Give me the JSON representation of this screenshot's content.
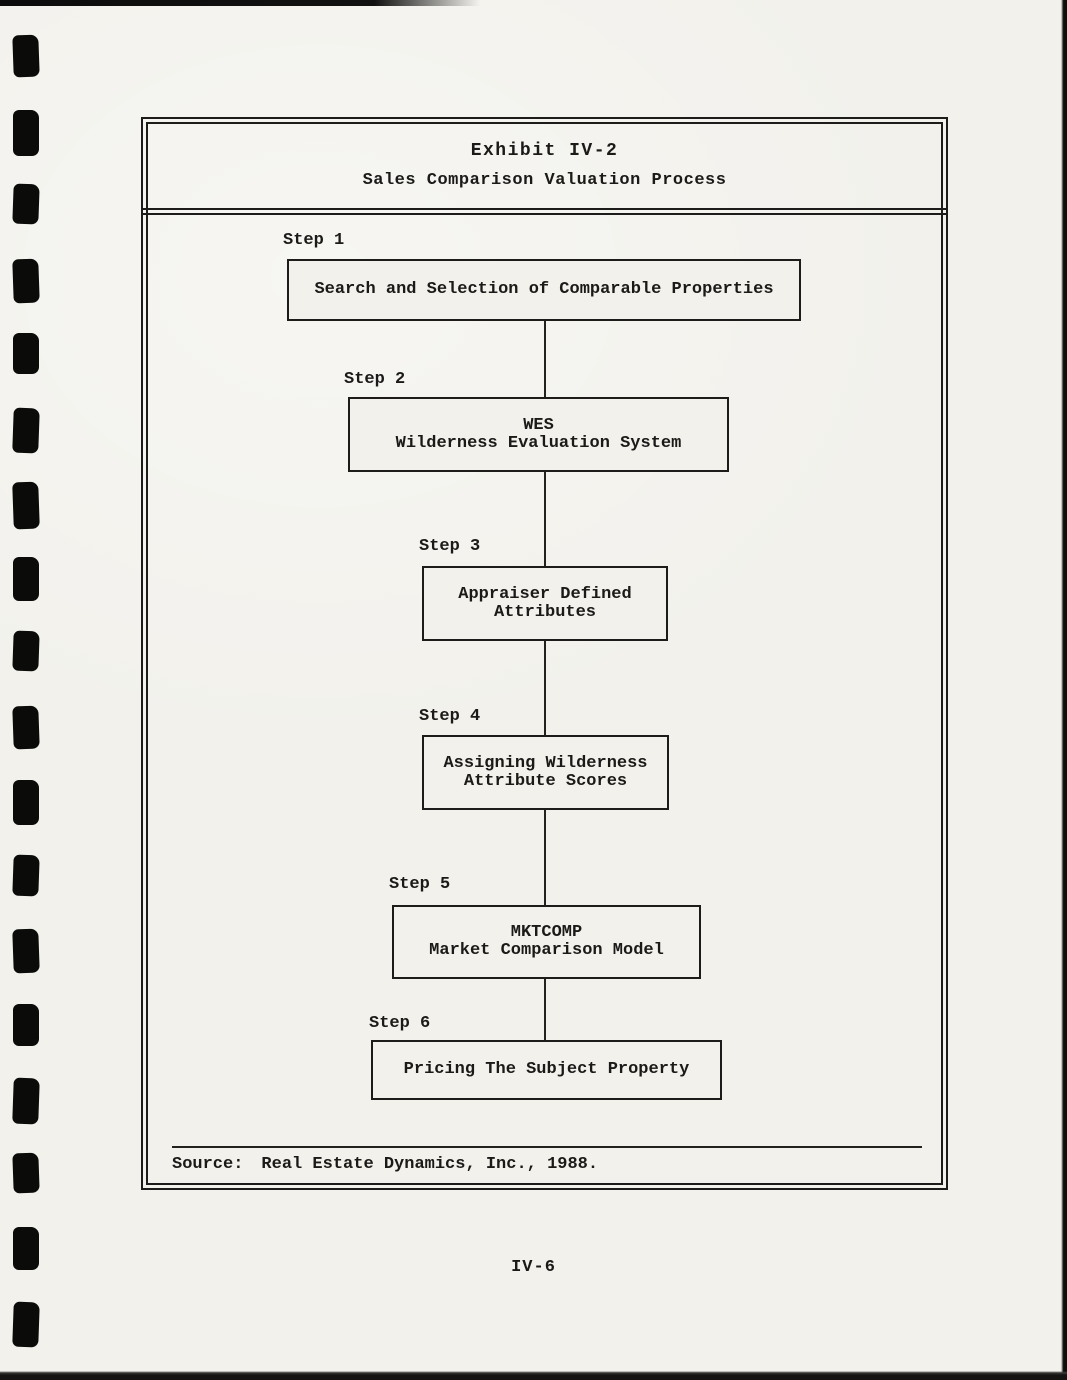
{
  "header": {
    "title": "Exhibit IV-2",
    "subtitle": "Sales Comparison Valuation Process"
  },
  "flowchart": {
    "steps": [
      {
        "label": "Step 1",
        "lines": [
          "Search and Selection of Comparable Properties"
        ]
      },
      {
        "label": "Step 2",
        "lines": [
          "WES",
          "Wilderness Evaluation System"
        ]
      },
      {
        "label": "Step 3",
        "lines": [
          "Appraiser Defined",
          "Attributes"
        ]
      },
      {
        "label": "Step 4",
        "lines": [
          "Assigning Wilderness",
          "Attribute Scores"
        ]
      },
      {
        "label": "Step 5",
        "lines": [
          "MKTCOMP",
          "Market Comparison Model"
        ]
      },
      {
        "label": "Step 6",
        "lines": [
          "Pricing The Subject Property"
        ]
      }
    ]
  },
  "source": {
    "label": "Source:",
    "text": "Real Estate Dynamics, Inc., 1988."
  },
  "footer": {
    "page_number": "IV-6"
  },
  "colors": {
    "paper": "#f2f1ec",
    "ink": "#1b1a18"
  }
}
